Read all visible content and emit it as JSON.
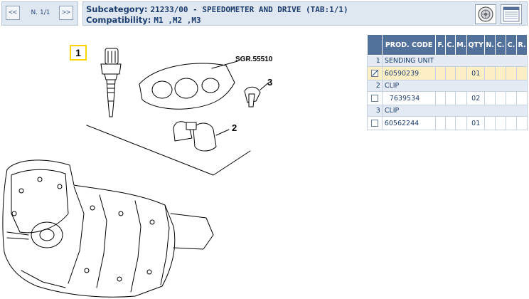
{
  "nav": {
    "prev_label": "<<",
    "next_label": ">>",
    "page_label": "N. 1/1"
  },
  "header": {
    "subcategory_label": "Subcategory:",
    "subcategory_value": "21233/00 - SPEEDOMETER AND DRIVE (TAB:1/1)",
    "compatibility_label": "Compatibility:",
    "compatibility_value": "M1 ,M2 ,M3",
    "tools": [
      "wheel-icon",
      "parts-list-icon"
    ]
  },
  "diagram": {
    "reference_label": "SGR.55510",
    "callouts": [
      "1",
      "2",
      "3"
    ],
    "highlight_color": "#ffd400"
  },
  "parts_table": {
    "headers": [
      "",
      "PROD. CODE",
      "F.",
      "C.",
      "M.",
      "QTY",
      "N.",
      "C.",
      "C.",
      "R."
    ],
    "groups": [
      {
        "num": "1",
        "desc": "SENDING UNIT",
        "parts": [
          {
            "code": "60590239",
            "qty": "01",
            "checked": true,
            "selected": true
          }
        ]
      },
      {
        "num": "2",
        "desc": "CLIP",
        "parts": [
          {
            "code": "7639534",
            "qty": "02",
            "checked": false,
            "selected": false
          }
        ]
      },
      {
        "num": "3",
        "desc": "CLIP",
        "parts": [
          {
            "code": "60562244",
            "qty": "01",
            "checked": false,
            "selected": false
          }
        ]
      }
    ],
    "header_color": "#52729b",
    "selected_color": "#fdeec3"
  }
}
